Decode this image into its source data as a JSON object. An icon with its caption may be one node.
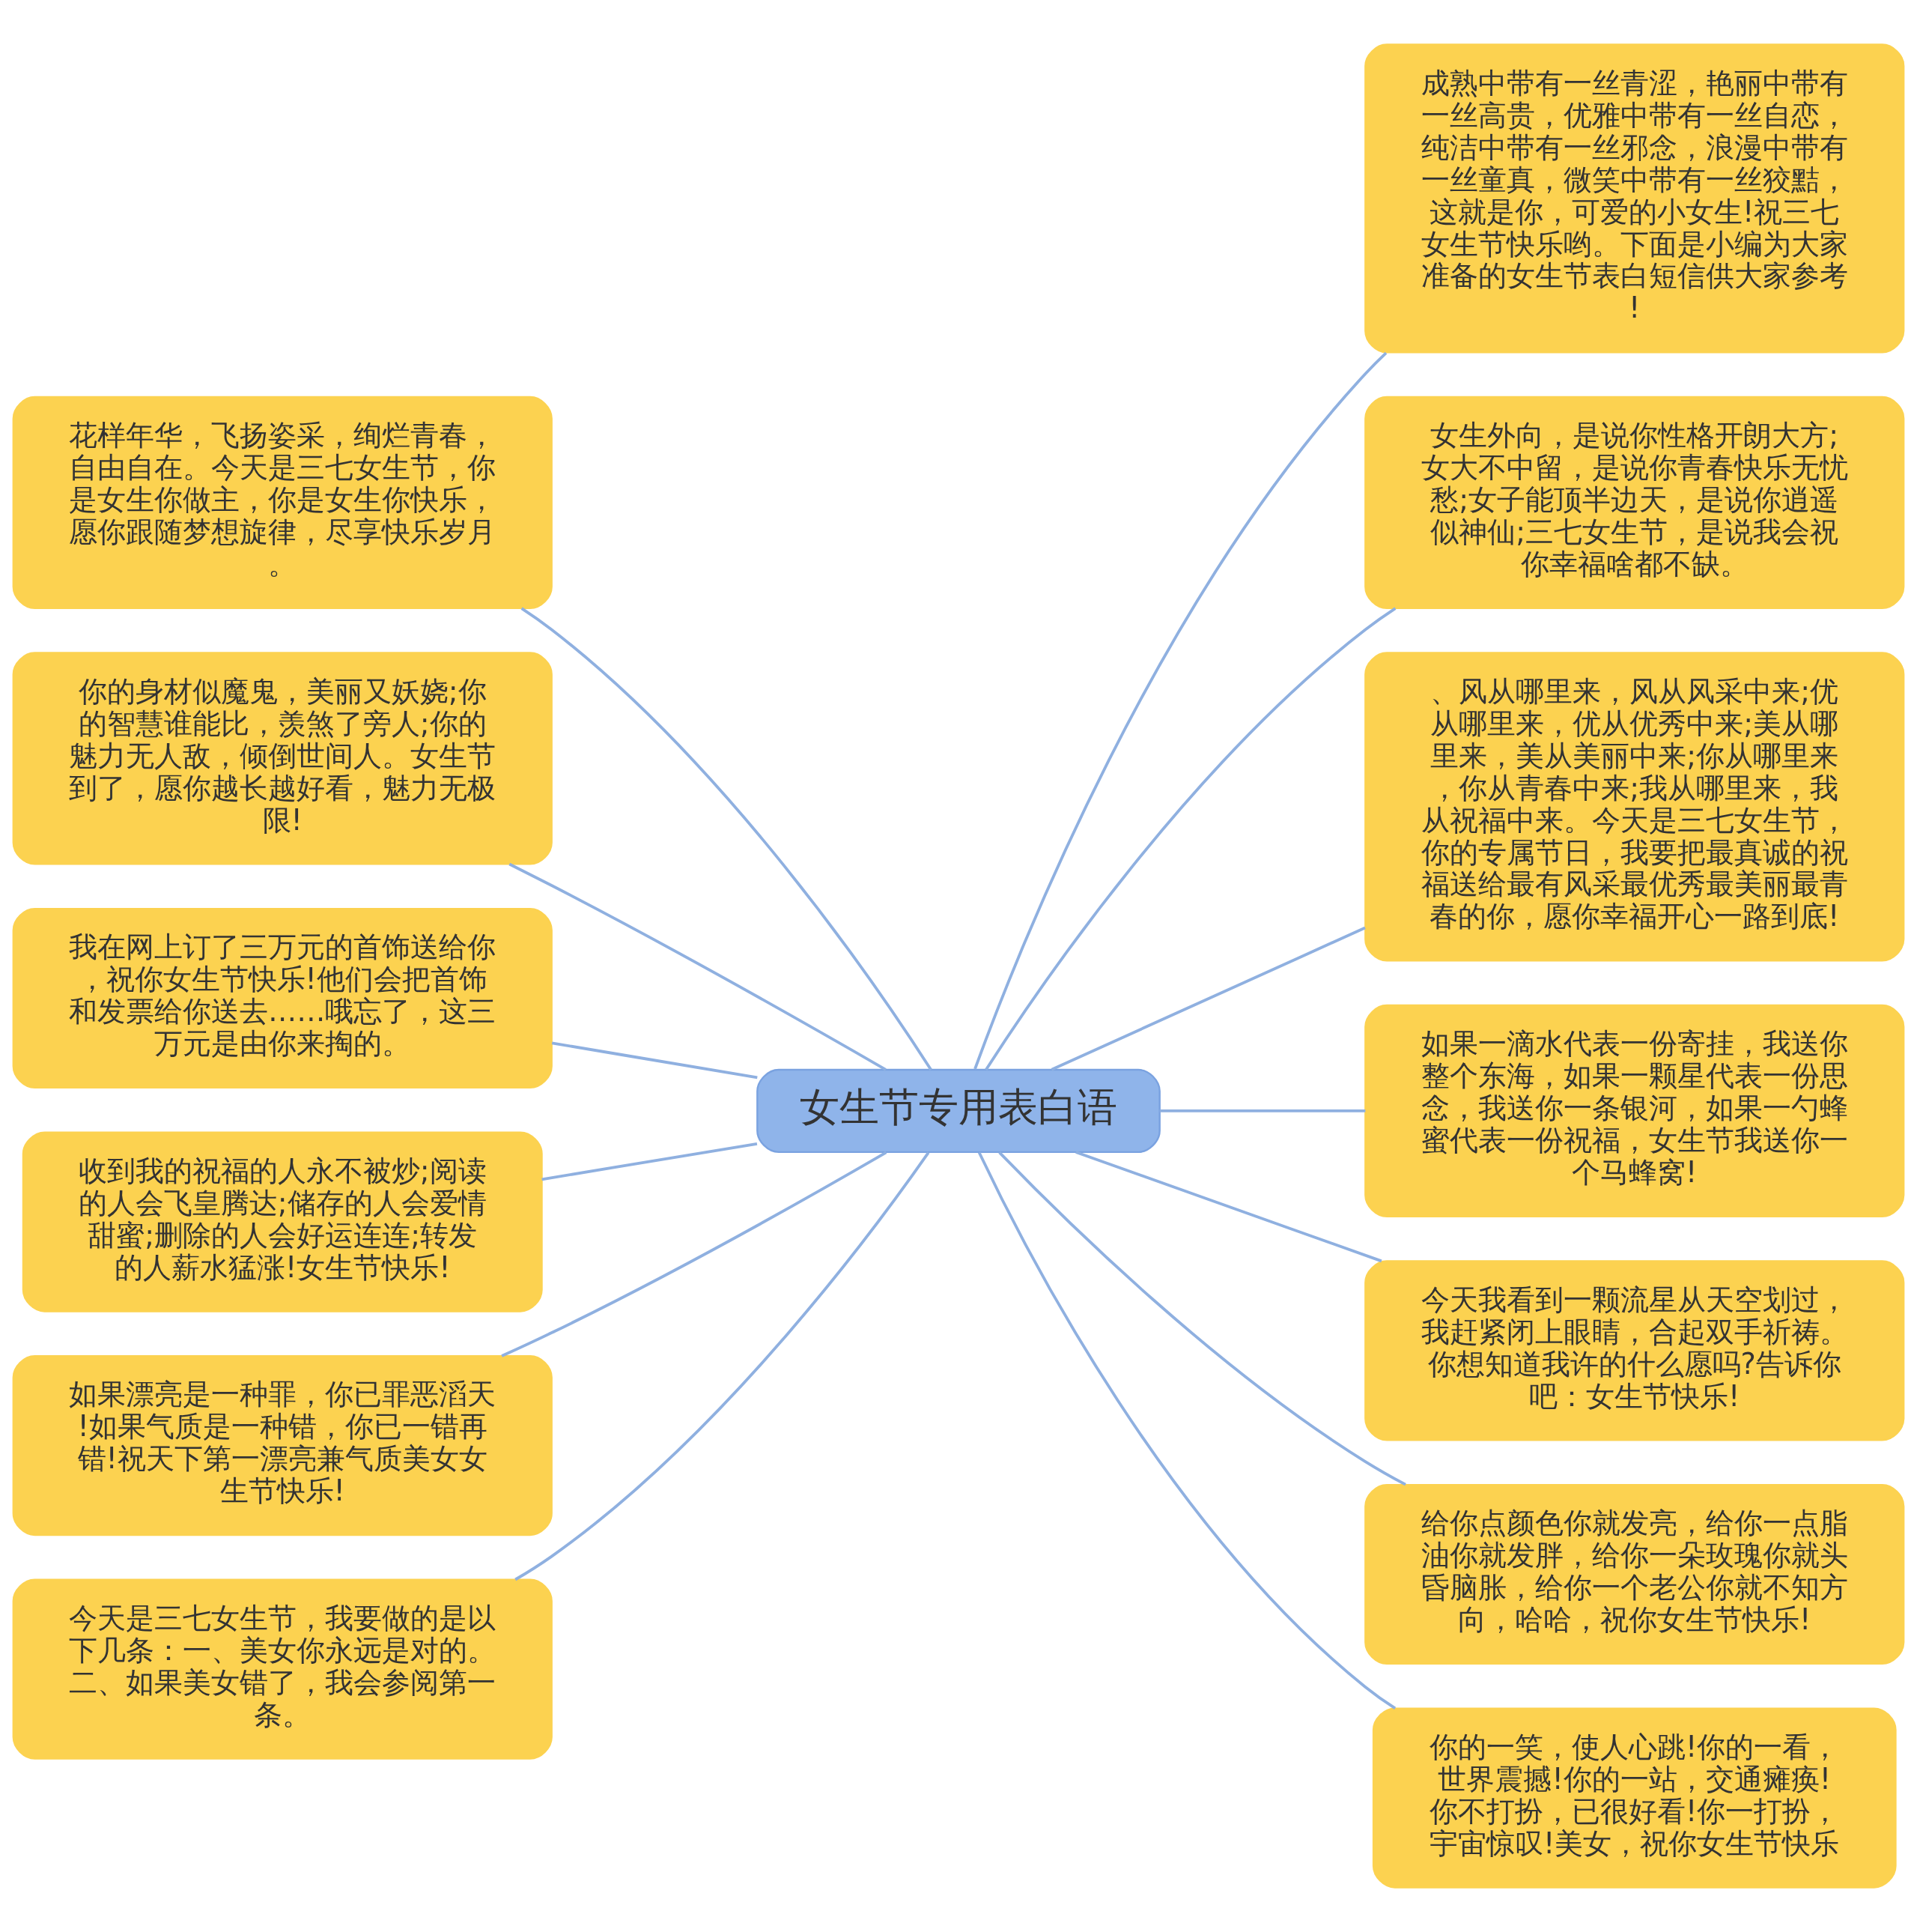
{
  "diagram": {
    "nodes": [
      {
        "text": [
          "女生节专用表白语"
        ]
      },
      {
        "text": [
          "花样年华，飞扬姿采，绚烂青春，自由自在。今天是三七女生节，你是女生你做主，你是女生你快乐，愿你跟随梦想旋律，尽享快乐岁月。"
        ]
      },
      {
        "text": [
          "你的身材似魔鬼，美丽又妖娆;你的智慧谁能比，羡煞了旁人;你的魅力无人敌，倾倒世间人。女生节到了，愿你越长越好看，魅力无极限!"
        ]
      },
      {
        "text": [
          "我在网上订了三万元的首饰送给你，祝你女生节快乐!他们会把首饰和发票给你送去……哦忘了，这三万元是由你来掏的。"
        ]
      },
      {
        "text": [
          "收到我的祝福的人永不被炒;阅读的人会飞皇腾达;储存的人会爱情甜蜜;删除的人会好运连连;转发的人薪水猛涨!女生节快乐!"
        ]
      },
      {
        "text": [
          "如果漂亮是一种罪，你已罪恶滔天!如果气质是一种错，你已一错再错!祝天下第一漂亮兼气质美女女生节快乐!"
        ]
      },
      {
        "text": [
          "今天是三七女生节，我要做的是以下几条：一、美女你永远是对的。二、如果美女错了，我会参阅第一条。"
        ]
      },
      {
        "text": [
          "成熟中带有一丝青涩，艳丽中带有一丝高贵，优雅中带有一丝自恋，纯洁中带有一丝邪念，浪漫中带有一丝童真，微笑中带有一丝狡黠，这就是你，可爱的小女生!祝三七女生节快乐哟。下面是小编为大家准备的女生节表白短信供大家参考!"
        ]
      },
      {
        "text": [
          "女生外向，是说你性格开朗大方;女大不中留，是说你青春快乐无忧愁;女子能顶半边天，是说你逍遥似神仙;三七女生节，是说我会祝你幸福啥都不缺。"
        ]
      },
      {
        "text": [
          "、风从哪里来，风从风采中来;优从哪里来，优从优秀中来;美从哪里来，美从美丽中来;你从哪里来，你从青春中来;我从哪里来，我从祝福中来。今天是三七女生节，你的专属节日，我要把最真诚的祝福送给最有风采最优秀最美丽最青春的你，愿你幸福开心一路到底!"
        ]
      },
      {
        "text": [
          "如果一滴水代表一份寄挂，我送你整个东海，如果一颗星代表一份思念，我送你一条银河，如果一勺蜂蜜代表一份祝福，女生节我送你一个马蜂窝!"
        ]
      },
      {
        "text": [
          "今天我看到一颗流星从天空划过，我赶紧闭上眼睛，合起双手祈祷。你想知道我许的什么愿吗?告诉你吧：女生节快乐!"
        ]
      },
      {
        "text": [
          "给你点颜色你就发亮，给你一点脂油你就发胖，给你一朵玫瑰你就头昏脑胀，给你一个老公你就不知方向，哈哈，祝你女生节快乐!"
        ]
      },
      {
        "text": [
          "你的一笑，使人心跳!你的一看，世界震撼!你的一站，交通瘫痪!你不打扮，已很好看!你一打扮，宇宙惊叹!美女，祝你女生节快乐"
        ]
      }
    ],
    "edges": [
      {
        "from": 1,
        "to": 0,
        "arrow": "none"
      },
      {
        "from": 2,
        "to": 0,
        "arrow": "none"
      },
      {
        "from": 3,
        "to": 0,
        "arrow": "none"
      },
      {
        "from": 4,
        "to": 0,
        "arrow": "none"
      },
      {
        "from": 5,
        "to": 0,
        "arrow": "none"
      },
      {
        "from": 6,
        "to": 0,
        "arrow": "none"
      },
      {
        "from": 0,
        "to": 7,
        "arrow": "none"
      },
      {
        "from": 0,
        "to": 8,
        "arrow": "none"
      },
      {
        "from": 0,
        "to": 9,
        "arrow": "none"
      },
      {
        "from": 0,
        "to": 10,
        "arrow": "none"
      },
      {
        "from": 0,
        "to": 11,
        "arrow": "none"
      },
      {
        "from": 0,
        "to": 12,
        "arrow": "none"
      },
      {
        "from": 0,
        "to": 13,
        "arrow": "none"
      }
    ]
  }
}
